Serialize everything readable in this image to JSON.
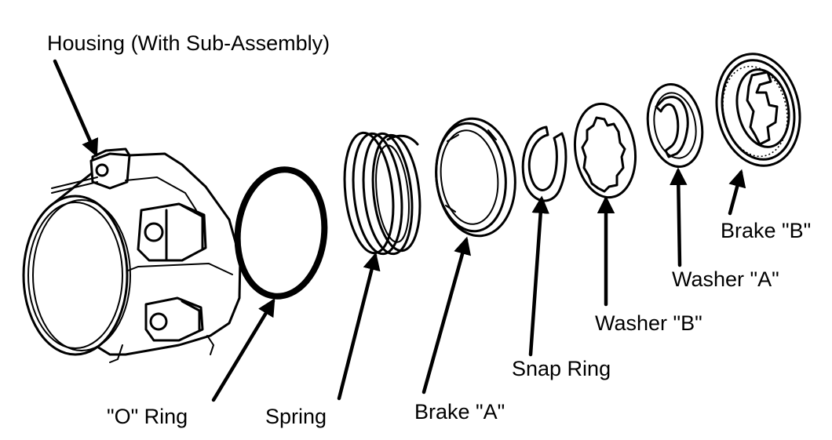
{
  "labels": {
    "housing": "Housing (With Sub-Assembly)",
    "o_ring": "\"O\" Ring",
    "spring": "Spring",
    "brake_a": "Brake \"A\"",
    "snap_ring": "Snap Ring",
    "washer_b": "Washer \"B\"",
    "washer_a": "Washer \"A\"",
    "brake_b": "Brake \"B\""
  }
}
